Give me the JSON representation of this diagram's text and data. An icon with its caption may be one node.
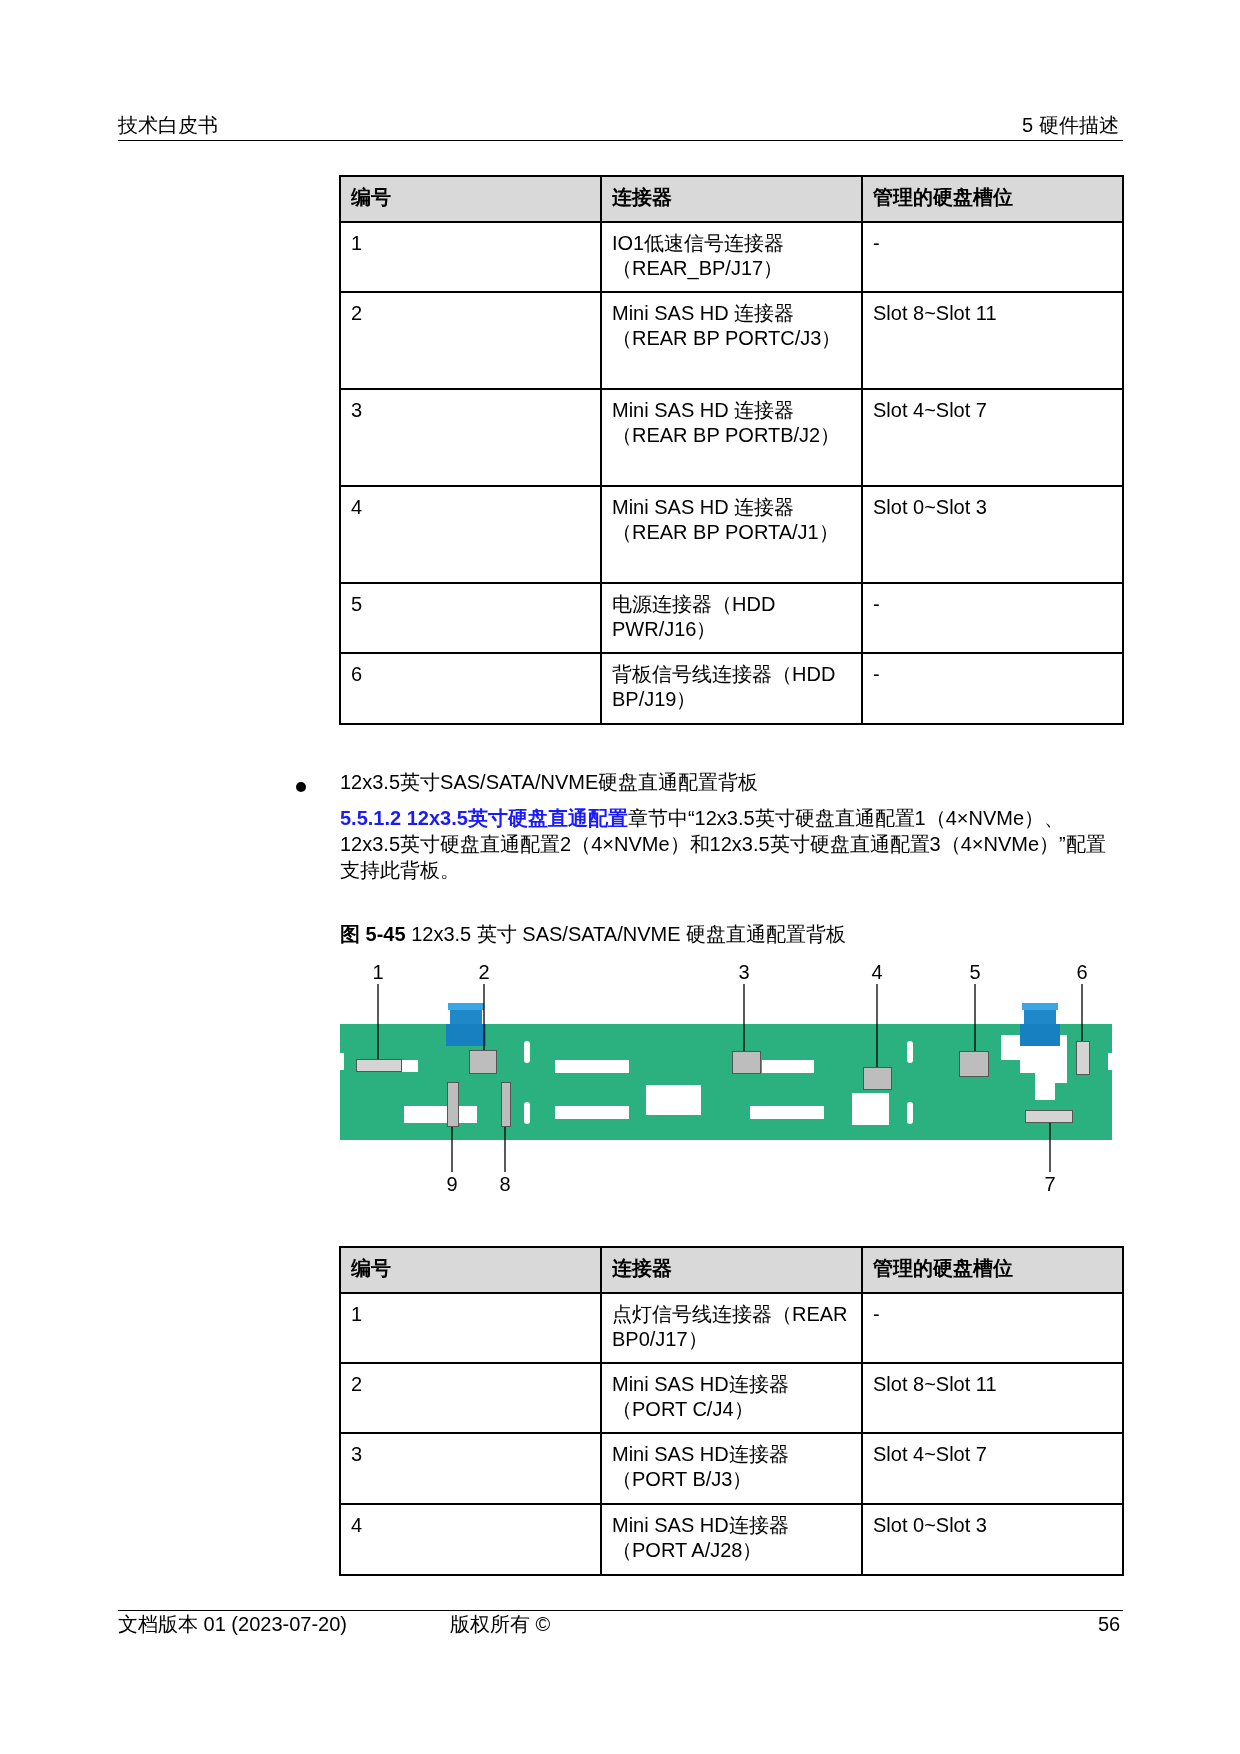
{
  "diagram": {
    "caption": "**图 5-45** 12x3.5 英寸 SAS/SATA/NVME 硬盘直通配置背板",
    "nodes": [
      {
        "text": [
          "1"
        ]
      },
      {
        "text": [
          "2"
        ]
      },
      {
        "text": [
          "3"
        ]
      },
      {
        "text": [
          "4"
        ]
      },
      {
        "text": [
          "5"
        ]
      },
      {
        "text": [
          "6"
        ]
      },
      {
        "text": [
          "9"
        ]
      },
      {
        "text": [
          "8"
        ]
      },
      {
        "text": [
          "7"
        ]
      },
      {
        "text": [],
        "shape": "box"
      },
      {
        "text": [],
        "shape": "box"
      },
      {
        "text": [],
        "shape": "box"
      },
      {
        "text": [],
        "shape": "box"
      },
      {
        "text": [],
        "shape": "box"
      },
      {
        "text": [],
        "shape": "box"
      },
      {
        "text": [],
        "shape": "box"
      },
      {
        "text": [],
        "shape": "box"
      },
      {
        "text": [],
        "shape": "box"
      }
    ],
    "edges": [
      {
        "from": 0,
        "to": 9,
        "arrow": "none"
      },
      {
        "from": 1,
        "to": 10,
        "arrow": "none"
      },
      {
        "from": 2,
        "to": 11,
        "arrow": "none"
      },
      {
        "from": 3,
        "to": 12,
        "arrow": "none"
      },
      {
        "from": 4,
        "to": 13,
        "arrow": "none"
      },
      {
        "from": 5,
        "to": 14,
        "arrow": "none"
      },
      {
        "from": 6,
        "to": 15,
        "arrow": "none"
      },
      {
        "from": 7,
        "to": 16,
        "arrow": "none"
      },
      {
        "from": 8,
        "to": 17,
        "arrow": "none"
      }
    ],
    "labels": [
      "技术白皮书",
      "5 硬件描述",
      "编号",
      "连接器",
      "管理的硬盘槽位",
      "1",
      "IO1低速信号连接器（REAR_BP/J17）",
      "-",
      "2",
      "Mini SAS HD 连接器（REAR BP PORTC/J3）",
      "Slot 8~Slot 11",
      "3",
      "Mini SAS HD 连接器（REAR BP PORTB/J2）",
      "Slot 4~Slot 7",
      "4",
      "Mini SAS HD 连接器（REAR BP PORTA/J1）",
      "Slot 0~Slot 3",
      "5",
      "电源连接器（HDD PWR/J16）",
      "-",
      "6",
      "背板信号线连接器（HDD BP/J19）",
      "-",
      "12x3.5英寸SAS/SATA/NVME硬盘直通配置背板",
      "5.5.1.2 12x3.5英寸硬盘直通配置",
      "章节中“12x3.5英寸硬盘直通配置1（4×NVMe）、12x3.5英寸硬盘直通配置2（4×NVMe）和12x3.5英寸硬盘直通配置3（4×NVMe）”配置支持此背板。",
      "编号",
      "连接器",
      "管理的硬盘槽位",
      "1",
      "点灯信号线连接器（REAR BP0/J17）",
      "-",
      "2",
      "Mini SAS HD连接器（PORT C/J4）",
      "Slot 8~Slot 11",
      "3",
      "Mini SAS HD连接器（PORT B/J3）",
      "Slot 4~Slot 7",
      "4",
      "Mini SAS HD连接器（PORT A/J28）",
      "Slot 0~Slot 3",
      "文档版本 01 (2023-07-20)",
      "版权所有 ©",
      "56"
    ]
  }
}
